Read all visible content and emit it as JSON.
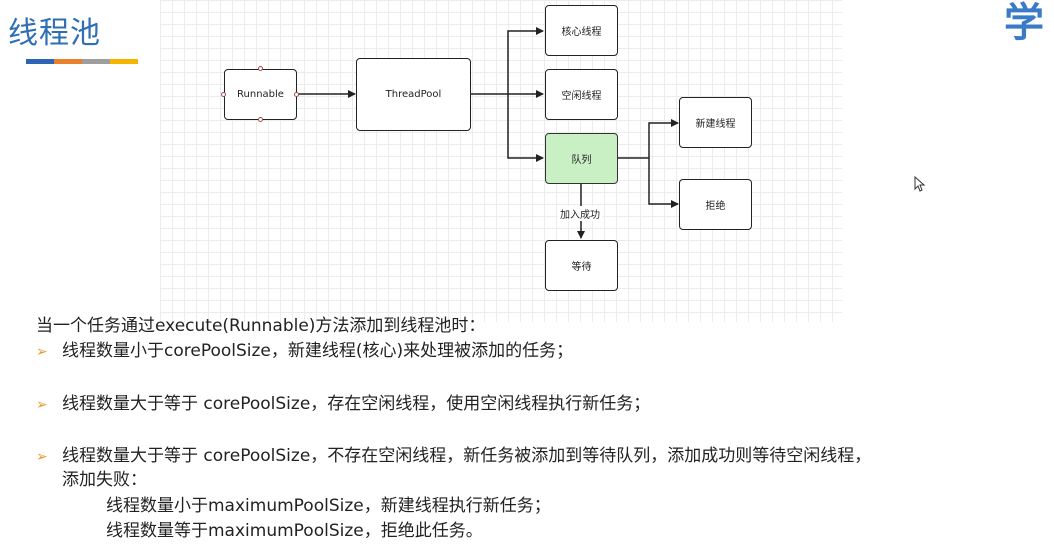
{
  "slide": {
    "title": "线程池",
    "title_bar_colors": [
      "#2e64b4",
      "#e9802b",
      "#9e9e9e",
      "#f4b400"
    ],
    "logo_text": "学"
  },
  "diagram": {
    "nodes": {
      "runnable": "Runnable",
      "threadpool": "ThreadPool",
      "core_thread": "核心线程",
      "idle_thread": "空闲线程",
      "queue": "队列",
      "new_thread": "新建线程",
      "reject": "拒绝",
      "wait": "等待"
    },
    "edge_label_add_success": "加入成功",
    "queue_color": "#c9efc4"
  },
  "content": {
    "intro": "当一个任务通过execute(Runnable)方法添加到线程池时：",
    "bullet1": "线程数量小于corePoolSize，新建线程(核心)来处理被添加的任务；",
    "bullet2": "线程数量大于等于 corePoolSize，存在空闲线程，使用空闲线程执行新任务；",
    "bullet3": "线程数量大于等于 corePoolSize，不存在空闲线程，新任务被添加到等待队列，添加成功则等待空闲线程，",
    "bullet3_cont": "添加失败：",
    "sub1": "线程数量小于maximumPoolSize，新建线程执行新任务；",
    "sub2": "线程数量等于maximumPoolSize，拒绝此任务。",
    "bullet_glyph": "➢"
  }
}
